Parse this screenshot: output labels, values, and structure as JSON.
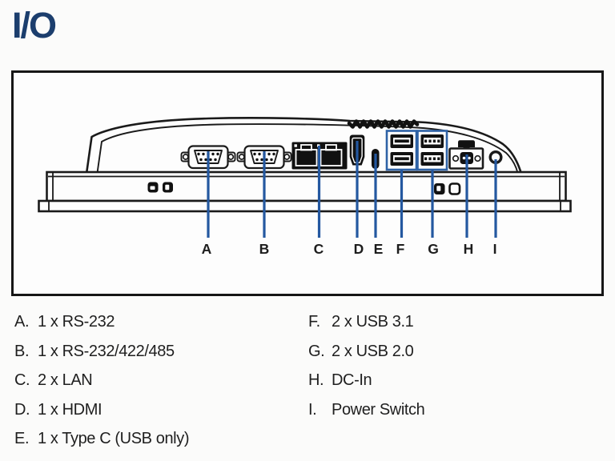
{
  "page": {
    "title": "I/O"
  },
  "diagram": {
    "callout_letters": [
      "A",
      "B",
      "C",
      "D",
      "E",
      "F",
      "G",
      "H",
      "I"
    ],
    "icons": [
      "db9-serial-port-icon",
      "db9-serial-port-icon",
      "dual-lan-port-icon",
      "hdmi-port-icon",
      "usb-type-c-port-icon",
      "dual-usb31-port-icon",
      "dual-usb20-port-icon",
      "dc-in-jack-icon",
      "power-switch-icon"
    ]
  },
  "legend": {
    "left": [
      {
        "key": "A.",
        "label": "1 x RS-232"
      },
      {
        "key": "B.",
        "label": "1 x RS-232/422/485"
      },
      {
        "key": "C.",
        "label": "2 x LAN"
      },
      {
        "key": "D.",
        "label": "1 x HDMI"
      },
      {
        "key": "E.",
        "label": "1 x Type C (USB only)"
      }
    ],
    "right": [
      {
        "key": "F.",
        "label": "2 x USB 3.1"
      },
      {
        "key": "G.",
        "label": "2 x USB 2.0"
      },
      {
        "key": "H.",
        "label": "DC-In"
      },
      {
        "key": "I.",
        "label": "Power Switch"
      }
    ]
  },
  "colors": {
    "title_navy": "#1c3e6d",
    "callout_blue": "#2458a0",
    "highlight_box_blue": "#2e62a6",
    "line_black": "#1a1a1a"
  }
}
